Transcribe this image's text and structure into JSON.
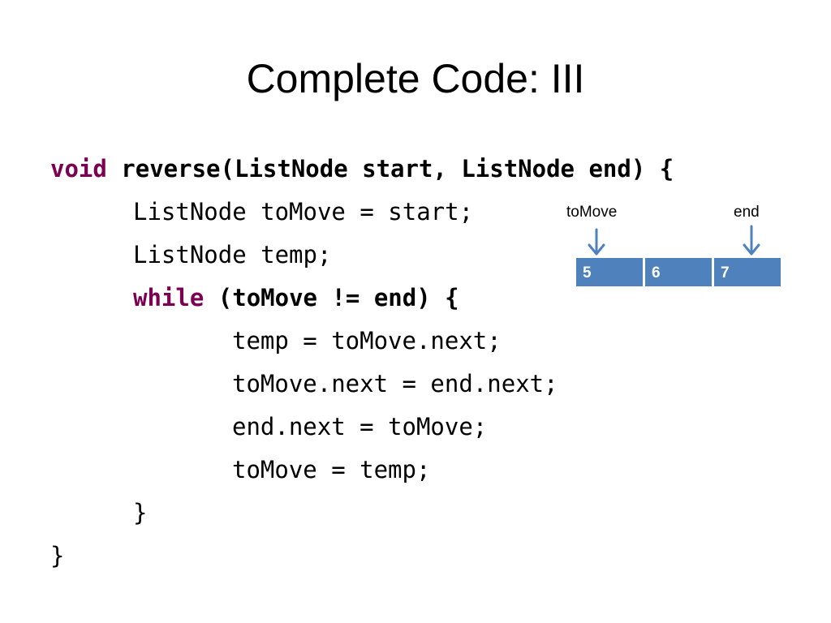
{
  "title": "Complete Code: III",
  "code": {
    "line1": {
      "kw": "void",
      "rest": " reverse(ListNode start, ListNode end) {"
    },
    "line2": "ListNode toMove = start;",
    "line3": "ListNode temp;",
    "line4": {
      "kw": "while",
      "rest": " (toMove != end) {"
    },
    "line5": "temp = toMove.next;",
    "line6": "toMove.next = end.next;",
    "line7": "end.next = toMove;",
    "line8": "toMove = temp;",
    "line9": "}",
    "line10": "}"
  },
  "diagram": {
    "pointer_tomove": "toMove",
    "pointer_end": "end",
    "nodes": [
      "5",
      "6",
      "7"
    ],
    "node_color": "#4f81bd",
    "arrow_color": "#4f81bd"
  },
  "colors": {
    "keyword": "#7b0052"
  }
}
